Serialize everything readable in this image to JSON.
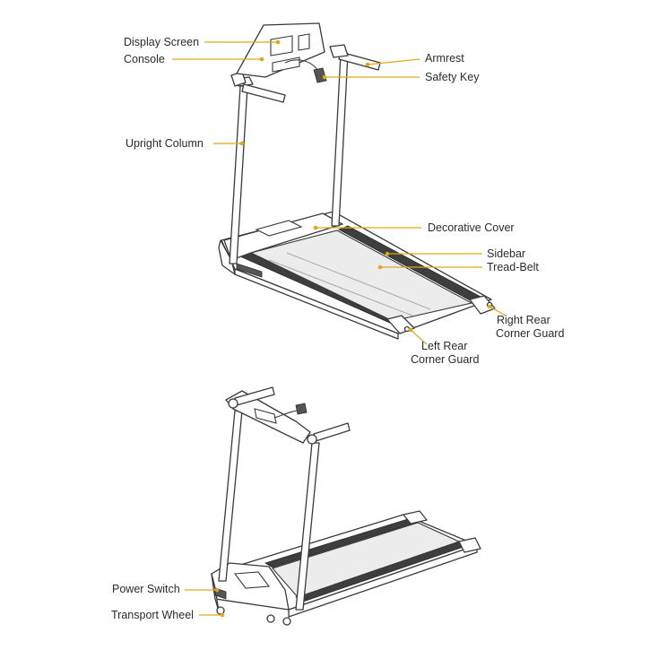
{
  "diagram": {
    "accent_color": "#e2a619",
    "labels": {
      "display_screen": "Display Screen",
      "console": "Console",
      "armrest": "Armrest",
      "safety_key": "Safety Key",
      "upright_column": "Upright Column",
      "decorative_cover": "Decorative Cover",
      "sidebar": "Sidebar",
      "tread_belt": "Tread-Belt",
      "right_rear_corner_guard_1": "Right Rear",
      "right_rear_corner_guard_2": "Corner Guard",
      "left_rear_corner_guard_1": "Left Rear",
      "left_rear_corner_guard_2": "Corner Guard",
      "power_switch": "Power Switch",
      "transport_wheel": "Transport Wheel"
    }
  }
}
